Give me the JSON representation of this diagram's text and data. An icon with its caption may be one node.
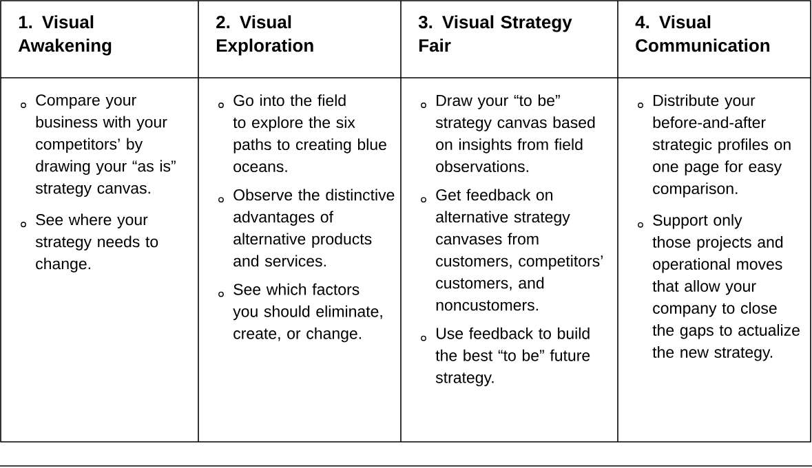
{
  "diagram": {
    "labels": [
      "1. Visual Awakening",
      "2. Visual Exploration",
      "3. Visual Strategy Fair",
      "4. Visual Communication",
      "Compare your business with your competitors’ by drawing your “as is” strategy canvas.",
      "See where your strategy needs to change.",
      "Go into the field to explore the six paths to creating blue oceans.",
      "Observe the distinctive advantages of alternative products and services.",
      "See which factors you should eliminate, create, or change.",
      "Draw your “to be” strategy canvas based on insights from field observations.",
      "Get feedback on alternative strategy canvases from customers, competitors’ customers, and noncustomers.",
      "Use feedback to build the best “to be” future strategy.",
      "Distribute your before-and-after strategic profiles on one page for easy comparison.",
      "Support only those projects and operational moves that allow your company to close the gaps to actualize the new strategy."
    ]
  }
}
